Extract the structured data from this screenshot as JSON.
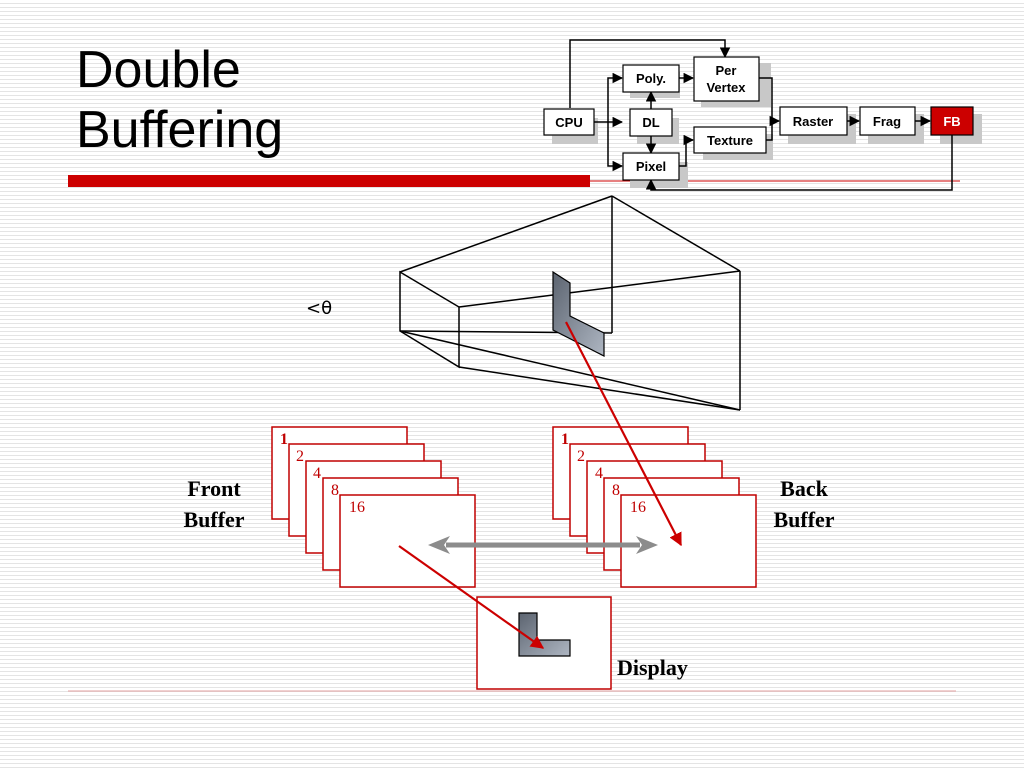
{
  "title": {
    "line1": "Double",
    "line2": "Buffering"
  },
  "pipeline": {
    "cpu": "CPU",
    "dl": "DL",
    "poly": "Poly.",
    "per_vertex_1": "Per",
    "per_vertex_2": "Vertex",
    "texture": "Texture",
    "pixel": "Pixel",
    "raster": "Raster",
    "frag": "Frag",
    "fb": "FB"
  },
  "angle_symbol": "<θ",
  "front_buffer": {
    "line1": "Front",
    "line2": "Buffer",
    "planes": [
      "1",
      "2",
      "4",
      "8",
      "16"
    ]
  },
  "back_buffer": {
    "line1": "Back",
    "line2": "Buffer",
    "planes": [
      "1",
      "2",
      "4",
      "8",
      "16"
    ]
  },
  "display_label": "Display",
  "colors": {
    "accent_red": "#cc0000",
    "fb_fill": "#cc0000",
    "plane_border": "#c00000",
    "arrow_gray": "#8c8c8c"
  }
}
